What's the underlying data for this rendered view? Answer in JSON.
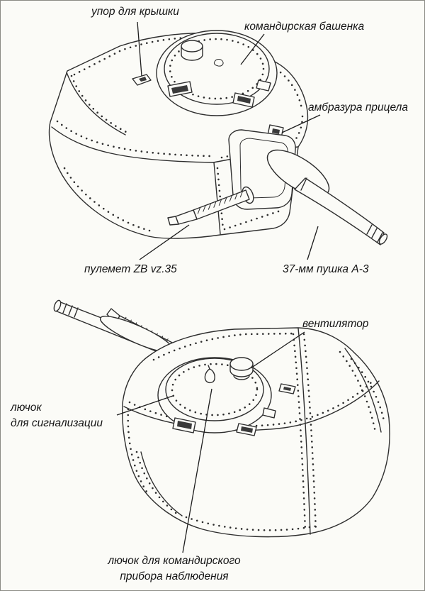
{
  "page": {
    "description": "Two line-art views of a riveted tank turret with Russian callout labels",
    "colors": {
      "ink": "#2e2e2e",
      "paper": "#fbfbf7",
      "label_text": "#141414"
    }
  },
  "figures": {
    "top": {
      "name": "turret front three-quarter view",
      "labels": {
        "lid_stop": "упор для крышки",
        "cupola": "командирская башенка",
        "sight_port": "амбразура прицела",
        "machine_gun": "пулемет ZB vz.35",
        "gun": "37-мм пушка А-3"
      }
    },
    "bottom": {
      "name": "turret rear three-quarter view",
      "labels": {
        "ventilator": "вентилятор",
        "signal_hatch_lines": [
          "лючок",
          "для сигнализации"
        ],
        "observation_hatch_lines": [
          "лючок для командирского",
          "прибора наблюдения"
        ]
      }
    }
  }
}
